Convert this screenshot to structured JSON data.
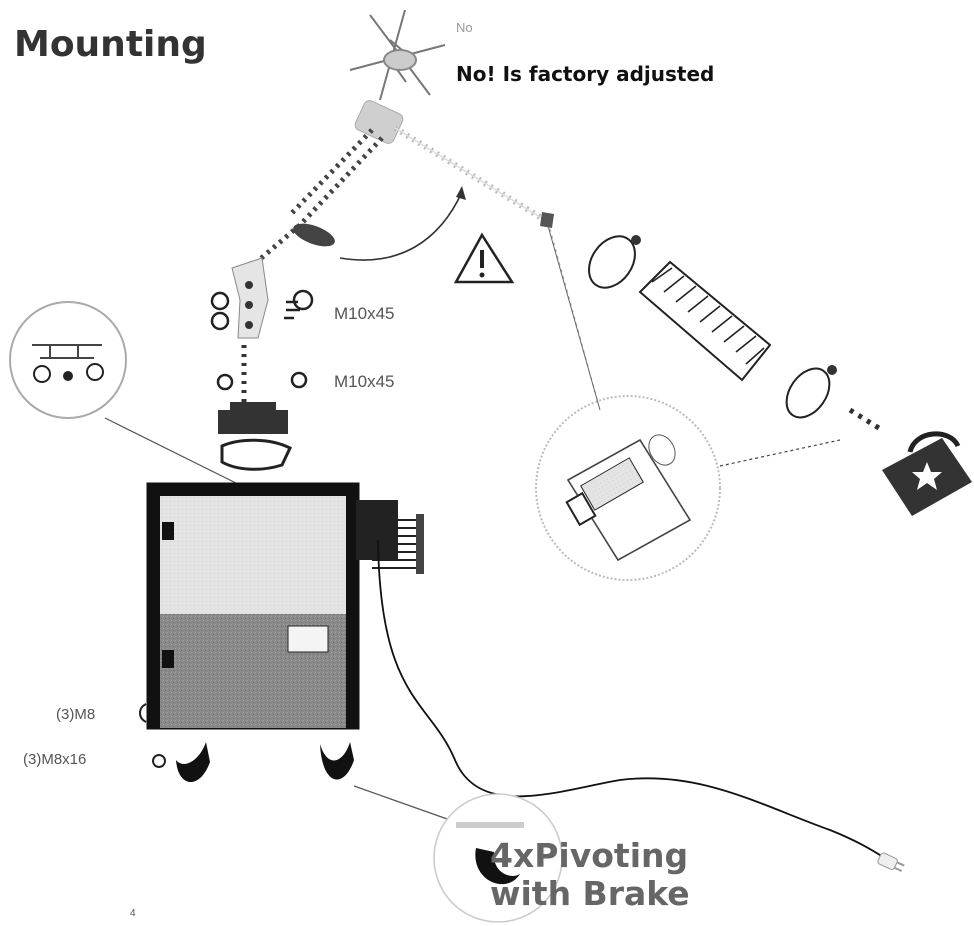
{
  "title": "Mounting",
  "no_small": "No",
  "no_factory": "No! Is factory adjusted",
  "bolts": [
    "M10x45",
    "M10x45"
  ],
  "screws": [
    "(3)M8",
    "(3)M8x16"
  ],
  "caster": [
    "4xPivoting",
    "with Brake"
  ],
  "footnote": "4",
  "icons": [
    "warning-icon",
    "padlock-icon",
    "plug-icon",
    "hose-icon",
    "clamp-icon"
  ]
}
